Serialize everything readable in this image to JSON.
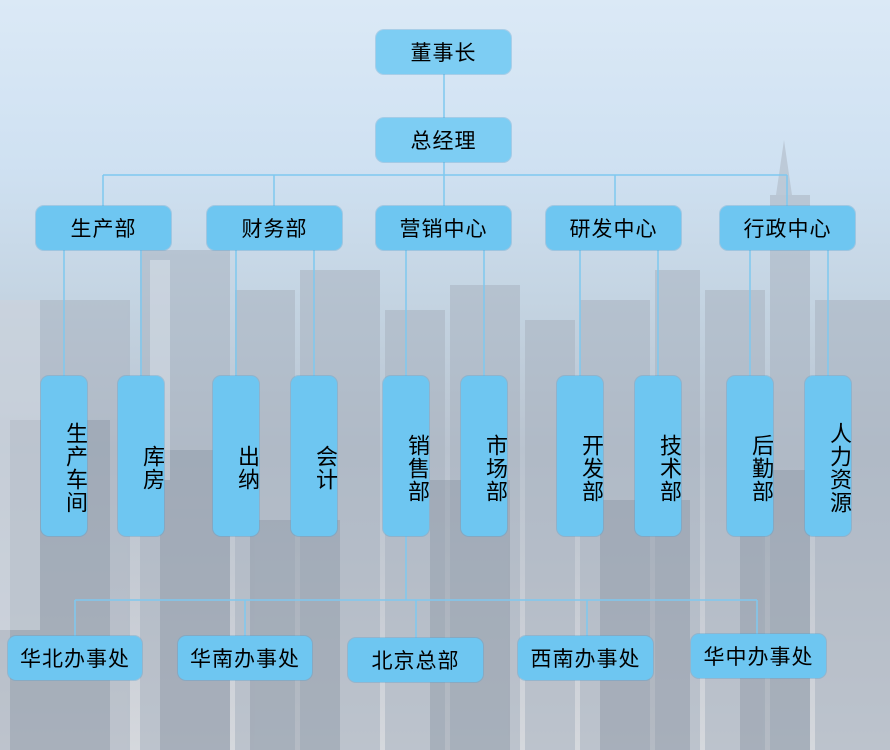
{
  "chairman": "董事长",
  "general_manager": "总经理",
  "departments": [
    "生产部",
    "财务部",
    "营销中心",
    "研发中心",
    "行政中心"
  ],
  "sub_units": [
    "生产车间",
    "库房",
    "出纳",
    "会计",
    "销售部",
    "市场部",
    "开发部",
    "技术部",
    "后勤部",
    "人力资源"
  ],
  "offices": [
    "华北办事处",
    "华南办事处",
    "北京总部",
    "西南办事处",
    "华中办事处"
  ],
  "colors": {
    "box": "#6ec6f1",
    "connector": "#7ec8ef"
  }
}
